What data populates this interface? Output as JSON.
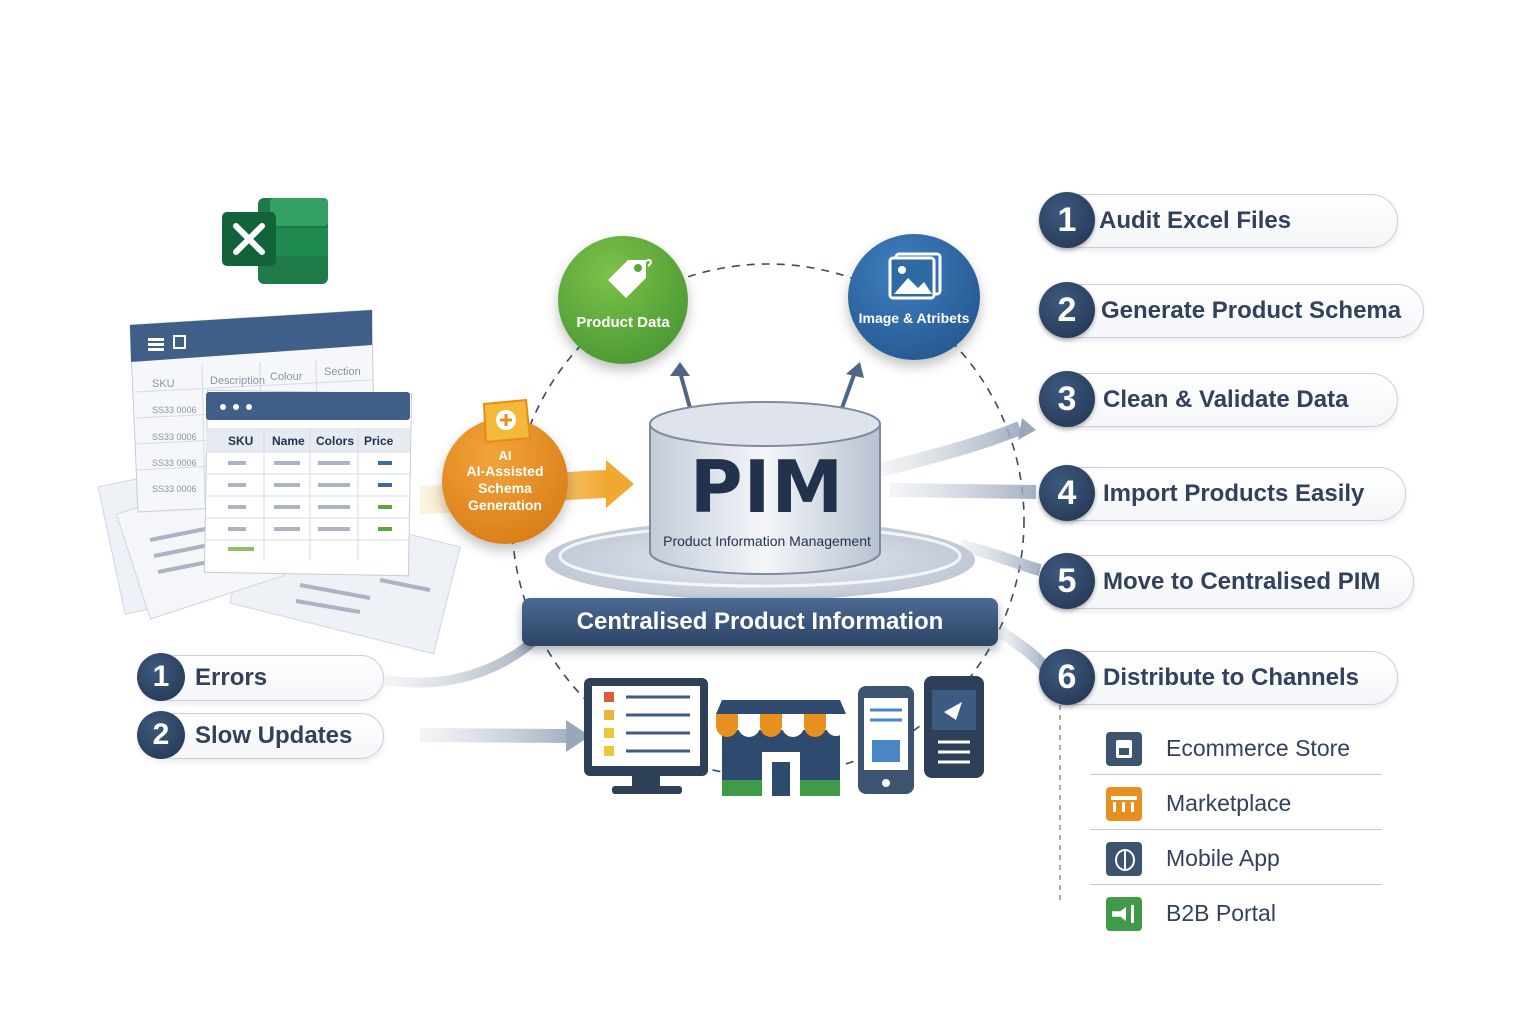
{
  "steps": [
    {
      "num": "1",
      "label": "Audit Excel Files"
    },
    {
      "num": "2",
      "label": "Generate Product Schema"
    },
    {
      "num": "3",
      "label": "Clean & Validate Data"
    },
    {
      "num": "4",
      "label": "Import Products Easily"
    },
    {
      "num": "5",
      "label": "Move to Centralised PIM"
    },
    {
      "num": "6",
      "label": "Distribute to Channels"
    }
  ],
  "channels": [
    {
      "label": "Ecommerce Store",
      "icon": "store-icon",
      "color": "#3d5470"
    },
    {
      "label": "Marketplace",
      "icon": "marketplace-icon",
      "color": "#e8901e"
    },
    {
      "label": "Mobile App",
      "icon": "mobile-app-icon",
      "color": "#3d5470"
    },
    {
      "label": "B2B Portal",
      "icon": "b2b-portal-icon",
      "color": "#3f9a4a"
    }
  ],
  "problems": [
    {
      "num": "1",
      "label": "Errors"
    },
    {
      "num": "2",
      "label": "Slow Updates"
    }
  ],
  "pim": {
    "title": "PIM",
    "subtitle": "Product Information Management"
  },
  "banner": "Centralised Product Information",
  "bubbles": {
    "product_data": "Product Data",
    "image_attributes": "Image & Atribets",
    "ai_line1": "AI",
    "ai_line2": "AI-Assisted",
    "ai_line3": "Schema",
    "ai_line4": "Generation"
  },
  "spreadsheet": {
    "back_headers": [
      "SKU",
      "Description",
      "Colour",
      "Section"
    ],
    "back_cells": [
      "SS33 0006",
      "SS33 0006",
      "SS33 0006",
      "SS33 0006"
    ],
    "front_headers": [
      "SKU",
      "Name",
      "Colors",
      "Price"
    ]
  },
  "colors": {
    "navy": "#22324d",
    "green": "#5aa83a",
    "blue": "#2f6aa8",
    "orange": "#e8901e",
    "excel_green": "#1e7a46"
  }
}
